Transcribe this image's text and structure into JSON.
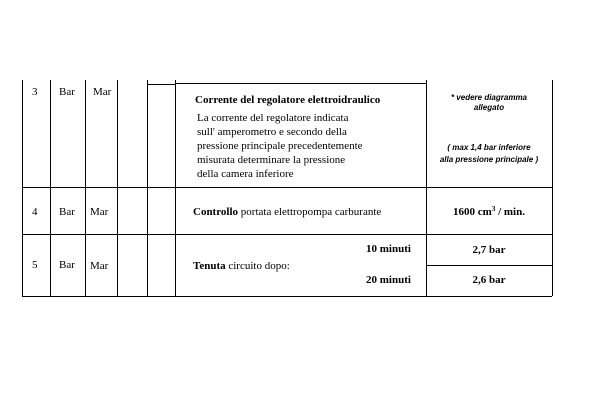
{
  "rows": [
    {
      "num": "3",
      "col_a": "Bar",
      "col_b": "Mar",
      "title": "Corrente del regolatore elettroidraulico",
      "desc_lines": [
        "La corrente del regolatore indicata",
        "sull' amperometro e secondo della",
        "pressione principale precedentemente",
        "misurata determinare la pressione",
        "della camera inferiore"
      ],
      "note_top": [
        "* vedere diagramma",
        "allegato"
      ],
      "note_bottom": [
        "( max 1,4 bar inferiore",
        "alla pressione principale )"
      ]
    },
    {
      "num": "4",
      "col_a": "Bar",
      "col_b": "Mar",
      "title_bold": "Controllo",
      "title_rest": " portata elettropompa carburante",
      "value_main": "1600 cm",
      "value_sup": "3",
      "value_tail": " / min."
    },
    {
      "num": "5",
      "col_a": "Bar",
      "col_b": "Mar",
      "title_bold": "Tenuta",
      "title_rest": " circuito dopo:",
      "sub": [
        {
          "time": "10 minuti",
          "value": "2,7 bar"
        },
        {
          "time": "20 minuti",
          "value": "2,6 bar"
        }
      ]
    }
  ]
}
